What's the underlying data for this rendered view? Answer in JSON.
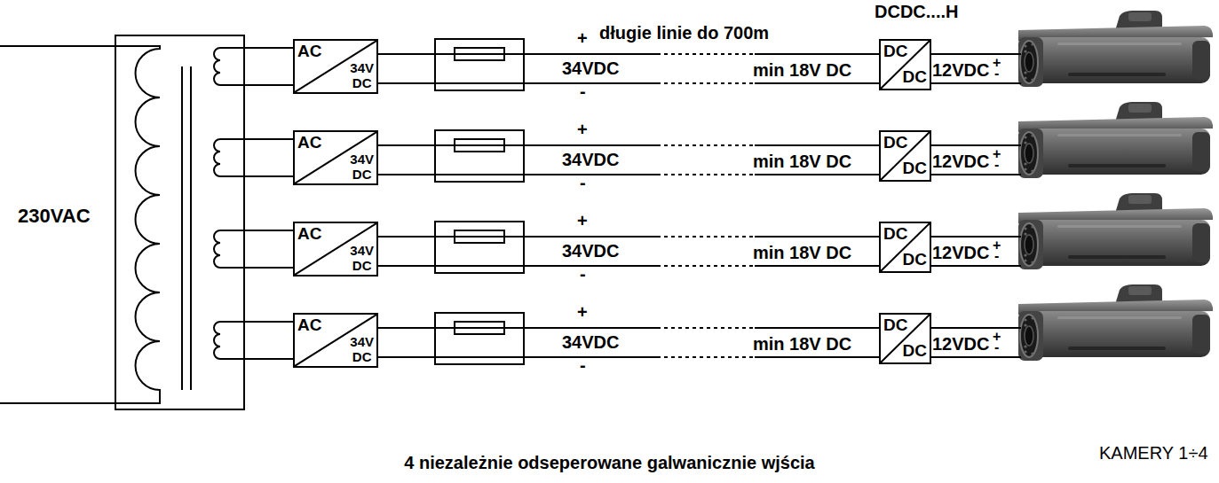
{
  "diagram": {
    "caption": "4 niezależnie odseperowane galwanicznie wjścia",
    "nodes": [
      {
        "text": [
          "AC",
          "34V DC"
        ]
      },
      {
        "text": [
          "DC",
          "DC"
        ]
      },
      {
        "text": [
          "AC",
          "34V DC"
        ]
      },
      {
        "text": [
          "DC",
          "DC"
        ]
      },
      {
        "text": [
          "AC",
          "34V DC"
        ]
      },
      {
        "text": [
          "DC",
          "DC"
        ]
      },
      {
        "text": [
          "AC",
          "34V DC"
        ]
      },
      {
        "text": [
          "DC",
          "DC"
        ]
      }
    ],
    "edges": [
      {
        "from": 0,
        "to": 1,
        "arrow": "none"
      },
      {
        "from": 2,
        "to": 3,
        "arrow": "none"
      },
      {
        "from": 4,
        "to": 5,
        "arrow": "none"
      },
      {
        "from": 6,
        "to": 7,
        "arrow": "none"
      }
    ],
    "labels": [
      "DCDC....H",
      "długie linie do 700m",
      "230VAC",
      "KAMERY 1÷4",
      "+",
      "34VDC",
      "-",
      "min 18V DC",
      "12VDC",
      "+",
      "-",
      "+",
      "34VDC",
      "-",
      "min 18V DC",
      "12VDC",
      "+",
      "-",
      "+",
      "34VDC",
      "-",
      "min 18V DC",
      "12VDC",
      "+",
      "-",
      "+",
      "34VDC",
      "-",
      "min 18V DC",
      "12VDC",
      "+",
      "-"
    ]
  }
}
